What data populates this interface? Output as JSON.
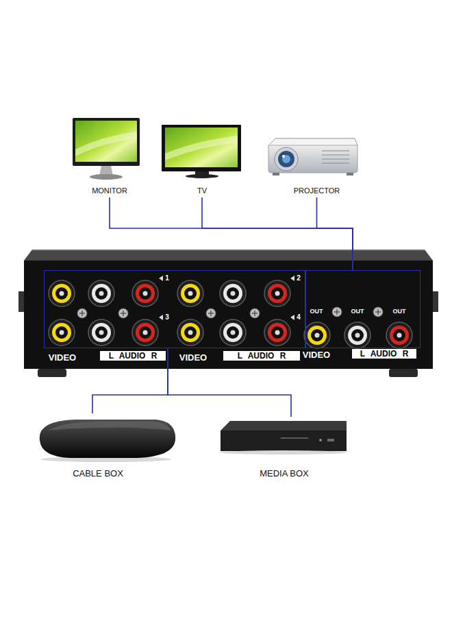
{
  "diagram": {
    "nodes": [
      {
        "text": [
          "MONITOR"
        ]
      },
      {
        "text": [
          "TV"
        ]
      },
      {
        "text": [
          "PROJECTOR"
        ]
      },
      {
        "text": [
          "VIDEO",
          "L AUDIO R",
          "VIDEO",
          "L AUDIO R",
          "VIDEO",
          "L AUDIO R"
        ]
      },
      {
        "text": [
          "1",
          "2",
          "3",
          "4"
        ],
        "in": 3
      },
      {
        "text": [
          "OUT",
          "OUT",
          "OUT"
        ],
        "in": 3
      },
      {
        "text": [
          "CABLE BOX"
        ]
      },
      {
        "text": [
          "MEDIA BOX"
        ]
      }
    ],
    "edges": [
      {
        "from": 5,
        "to": 0,
        "arrow": "none"
      },
      {
        "from": 5,
        "to": 1,
        "arrow": "none"
      },
      {
        "from": 5,
        "to": 2,
        "arrow": "none"
      },
      {
        "from": 6,
        "to": 4,
        "arrow": "none"
      },
      {
        "from": 7,
        "to": 4,
        "arrow": "none"
      }
    ]
  }
}
